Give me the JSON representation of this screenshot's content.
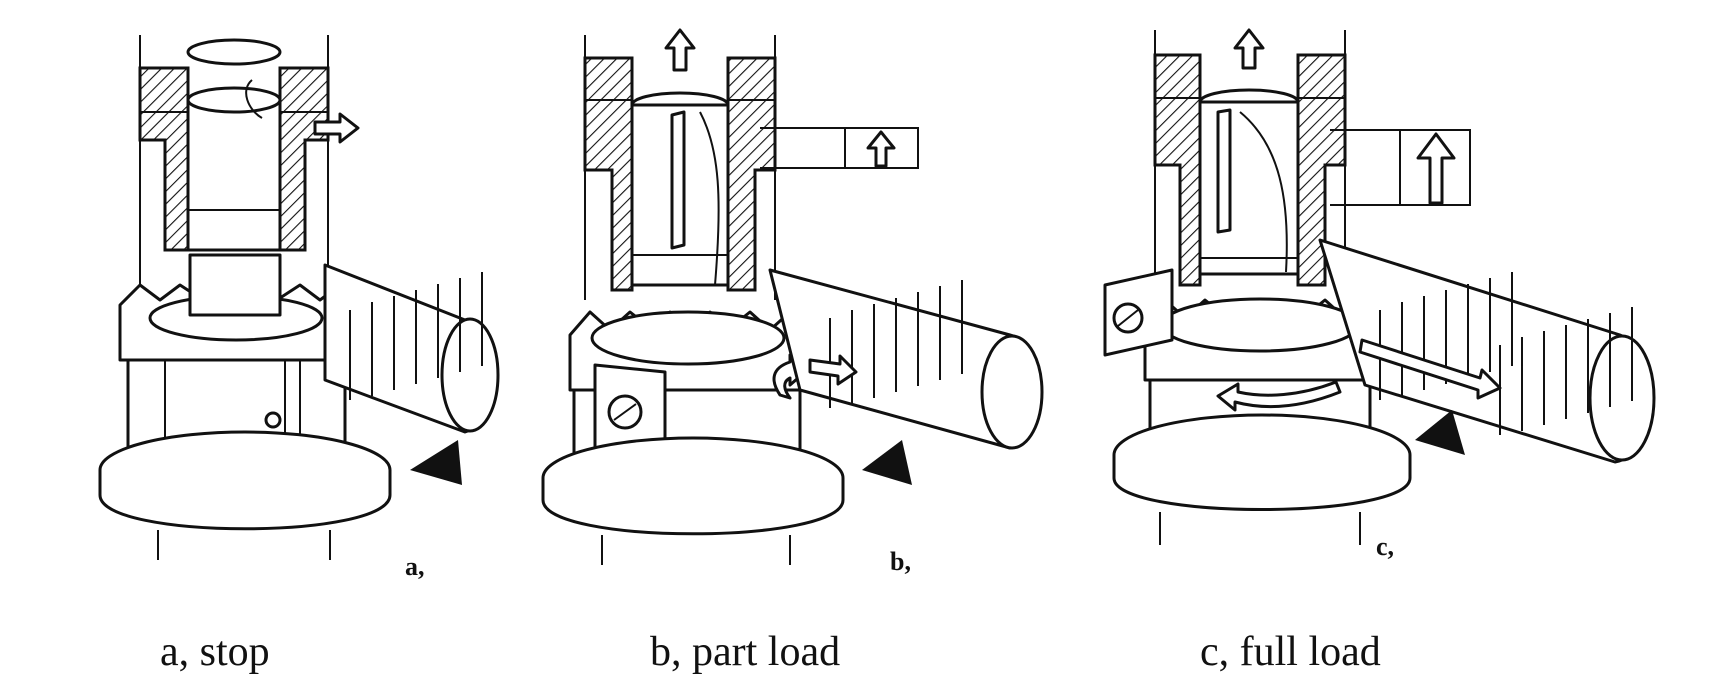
{
  "panels": [
    {
      "id": "a",
      "tag": "a,",
      "caption": "a, stop"
    },
    {
      "id": "b",
      "tag": "b,",
      "caption": "b, part load"
    },
    {
      "id": "c",
      "tag": "c,",
      "caption": "c, full load"
    }
  ],
  "colors": {
    "ink": "#111111",
    "background": "#ffffff"
  }
}
